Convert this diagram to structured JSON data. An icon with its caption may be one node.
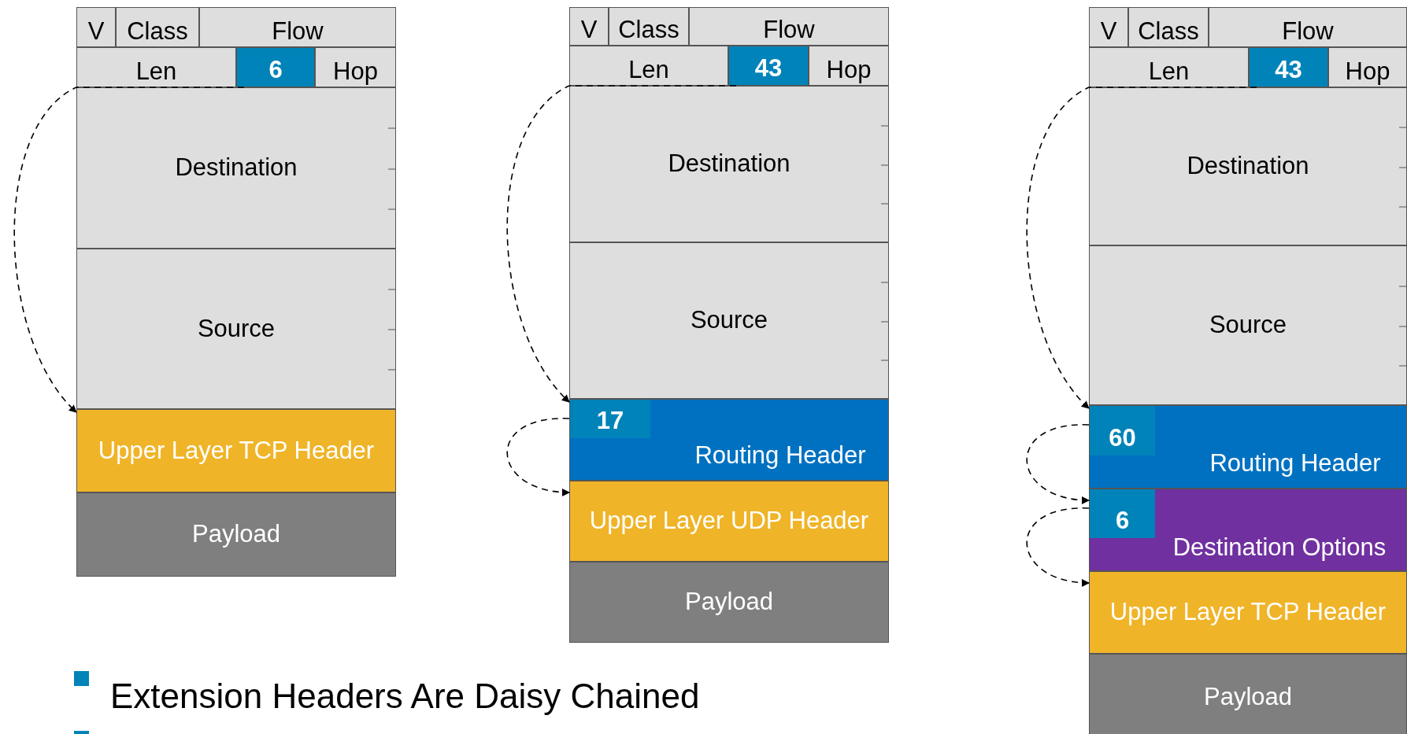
{
  "diagram": {
    "nodes": [
      {
        "text": [
          "V"
        ]
      },
      {
        "text": [
          "Class"
        ]
      },
      {
        "text": [
          "Flow"
        ]
      },
      {
        "text": [
          "Len"
        ]
      },
      {
        "text": [
          "6"
        ]
      },
      {
        "text": [
          "Hop"
        ]
      },
      {
        "text": [
          "Destination"
        ]
      },
      {
        "text": [
          "Source"
        ]
      },
      {
        "text": [
          "Upper Layer TCP Header"
        ]
      },
      {
        "text": [
          "Payload"
        ]
      },
      {
        "text": [
          "V"
        ]
      },
      {
        "text": [
          "Class"
        ]
      },
      {
        "text": [
          "Flow"
        ]
      },
      {
        "text": [
          "Len"
        ]
      },
      {
        "text": [
          "43"
        ]
      },
      {
        "text": [
          "Hop"
        ]
      },
      {
        "text": [
          "Destination"
        ]
      },
      {
        "text": [
          "Source"
        ]
      },
      {
        "text": [
          "Routing Header"
        ]
      },
      {
        "text": [
          "17"
        ],
        "in": 18
      },
      {
        "text": [
          "Upper Layer UDP Header"
        ]
      },
      {
        "text": [
          "Payload"
        ]
      },
      {
        "text": [
          "V"
        ]
      },
      {
        "text": [
          "Class"
        ]
      },
      {
        "text": [
          "Flow"
        ]
      },
      {
        "text": [
          "Len"
        ]
      },
      {
        "text": [
          "43"
        ]
      },
      {
        "text": [
          "Hop"
        ]
      },
      {
        "text": [
          "Destination"
        ]
      },
      {
        "text": [
          "Source"
        ]
      },
      {
        "text": [
          "Routing Header"
        ]
      },
      {
        "text": [
          "60"
        ],
        "in": 30
      },
      {
        "text": [
          "Destination Options"
        ]
      },
      {
        "text": [
          "6"
        ],
        "in": 32
      },
      {
        "text": [
          "Upper Layer TCP Header"
        ]
      },
      {
        "text": [
          "Payload"
        ]
      }
    ],
    "edges": [
      {
        "from": 4,
        "to": 8,
        "arrow": "to",
        "style": "dashed"
      },
      {
        "from": 14,
        "to": 18,
        "arrow": "to",
        "style": "dashed"
      },
      {
        "from": 19,
        "to": 20,
        "arrow": "to",
        "style": "dashed"
      },
      {
        "from": 26,
        "to": 30,
        "arrow": "to",
        "style": "dashed"
      },
      {
        "from": 31,
        "to": 32,
        "arrow": "to",
        "style": "dashed"
      },
      {
        "from": 33,
        "to": 34,
        "arrow": "to",
        "style": "dashed"
      }
    ],
    "labels": [
      "Extension Headers Are Daisy Chained"
    ]
  }
}
